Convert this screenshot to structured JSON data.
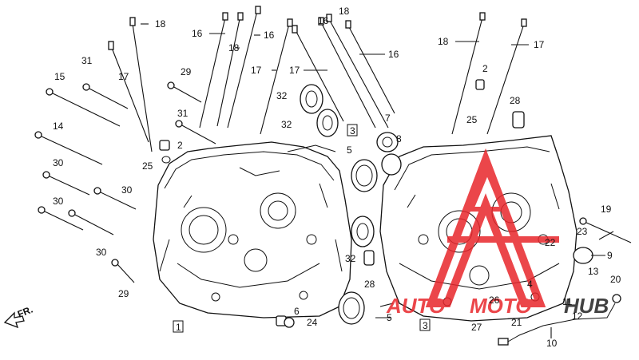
{
  "labels": {
    "l18a": "18",
    "l16a": "16",
    "l18b": "18",
    "l16b": "16",
    "l16c": "16",
    "l18c": "18",
    "l17a": "17",
    "l16d": "16",
    "l31a": "31",
    "l17b": "17",
    "l15": "15",
    "l29a": "29",
    "l31b": "31",
    "l2a": "2",
    "l25a": "25",
    "l32a": "32",
    "l32b": "32",
    "l3a": "3",
    "l7": "7",
    "l8": "8",
    "l5a": "5",
    "l14": "14",
    "l30a": "30",
    "l30b": "30",
    "l30c": "30",
    "l30d": "30",
    "l29b": "29",
    "l32c": "32",
    "l28a": "28",
    "l6": "6",
    "l24": "24",
    "l5b": "5",
    "l1": "1",
    "l3b": "3",
    "l18d": "18",
    "l17c": "17",
    "l2b": "2",
    "l25b": "25",
    "l28b": "28",
    "l19": "19",
    "l22": "22",
    "l23": "23",
    "l9": "9",
    "l13": "13",
    "l20": "20",
    "l4": "4",
    "l26": "26",
    "l11": "11",
    "l27": "27",
    "l21": "21",
    "l12": "12",
    "l10": "10"
  },
  "direction_label": "FR.",
  "watermark": {
    "brand_prefix": "AUTO",
    "brand_mid": "MOTO",
    "brand_suffix": "HUB",
    "accent_color": "#e8262b"
  }
}
